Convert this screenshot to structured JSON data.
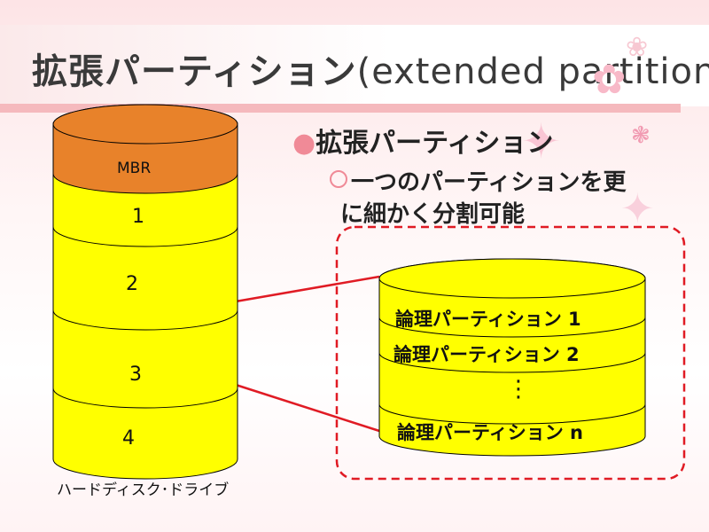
{
  "slide": {
    "title_main": "拡張パーティション",
    "title_sub": "(extended partition)"
  },
  "bullets": {
    "level1": "拡張パーティション",
    "level2_line1": "一つのパーティションを更",
    "level2_line2": "に細かく分割可能"
  },
  "hard_disk": {
    "caption": "ハードディスク･ドライブ",
    "segments": [
      "MBR",
      "1",
      "2",
      "3",
      "4"
    ]
  },
  "extended": {
    "logical_partitions": [
      "論理パーティション  1",
      "論理パーティション  2",
      "論理パーティション  n"
    ],
    "ellipsis": "⋮"
  },
  "colors": {
    "mbr": "#e8822a",
    "partition": "#ffff00",
    "connector": "#e01b24",
    "dashed_border": "#e01b24",
    "accent_pink": "#f08a97"
  }
}
